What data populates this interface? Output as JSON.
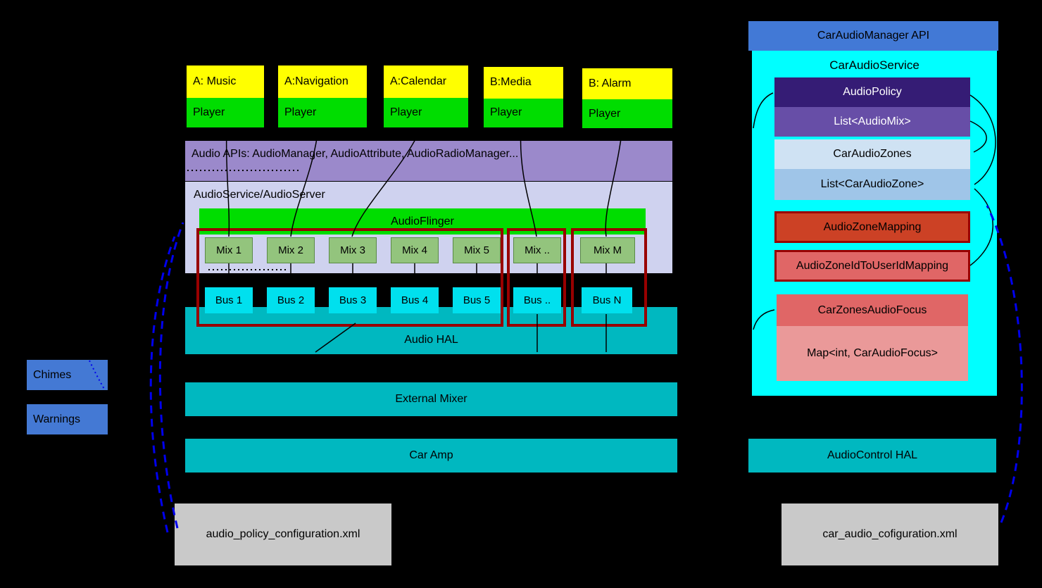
{
  "apps": [
    {
      "name": "A: Music",
      "player": "Player"
    },
    {
      "name": "A:Navigation",
      "player": "Player"
    },
    {
      "name": "A:Calendar",
      "player": "Player"
    },
    {
      "name": "B:Media",
      "player": "Player"
    },
    {
      "name": "B: Alarm",
      "player": "Player"
    }
  ],
  "audio_api_bar": {
    "label": "Audio APIs: AudioManager, AudioAttribute, AudioRadioManager..."
  },
  "audio_service": {
    "label": "AudioService/AudioServer",
    "audioflinger": "AudioFlinger",
    "mixes": [
      "Mix 1",
      "Mix 2",
      "Mix 3",
      "Mix 4",
      "Mix 5",
      "Mix ..",
      "Mix M"
    ]
  },
  "buses": [
    "Bus 1",
    "Bus 2",
    "Bus 3",
    "Bus 4",
    "Bus 5",
    "Bus ..",
    "Bus N"
  ],
  "hal_bars": {
    "audio_hal": "Audio HAL",
    "external_mixer": "External Mixer",
    "car_amp": "Car Amp",
    "audiocontrol_hal": "AudioControl HAL"
  },
  "left_sources": [
    {
      "label": "Chimes"
    },
    {
      "label": "Warnings"
    }
  ],
  "car_audio": {
    "api_header": "CarAudioManager API",
    "service_label": "CarAudioService",
    "items": [
      {
        "label": "AudioPolicy"
      },
      {
        "label": "List<AudioMix>"
      },
      {
        "label": "CarAudioZones"
      },
      {
        "label": "List<CarAudioZone>"
      },
      {
        "label": "AudioZoneMapping"
      },
      {
        "label": "AudioZoneIdToUserIdMapping"
      },
      {
        "label": "CarZonesAudioFocus"
      },
      {
        "label": "Map<int, CarAudioFocus>"
      }
    ]
  },
  "config_files": [
    {
      "label": "audio_policy_configuration.xml"
    },
    {
      "label": "car_audio_cofiguration.xml"
    }
  ],
  "colors": {
    "background": "#000000",
    "app_header_yellow": "#ffff00",
    "player_green": "#00dd00",
    "api_bar_purple": "#9b89cb",
    "service_lavender": "#cfd2ef",
    "mix_green": "#93c47d",
    "bus_cyan": "#00e0ee",
    "hal_teal": "#00b8c0",
    "group_outline_red": "#990000",
    "car_service_cyan": "#00ffff",
    "audio_policy_purple": "#351c75",
    "list_audiomix_purple": "#674ea7",
    "zones_light_blue": "#cfe2f3",
    "list_zone_blue": "#9fc5e8",
    "zone_mapping_red": "#cc4125",
    "userid_mapping_red": "#e06666",
    "focus_red": "#e06666",
    "focus_map_pink": "#ea9999",
    "source_blue": "#4479d4",
    "config_gray": "#c9c9c9",
    "dashed_arrow_blue": "#0000ee"
  }
}
